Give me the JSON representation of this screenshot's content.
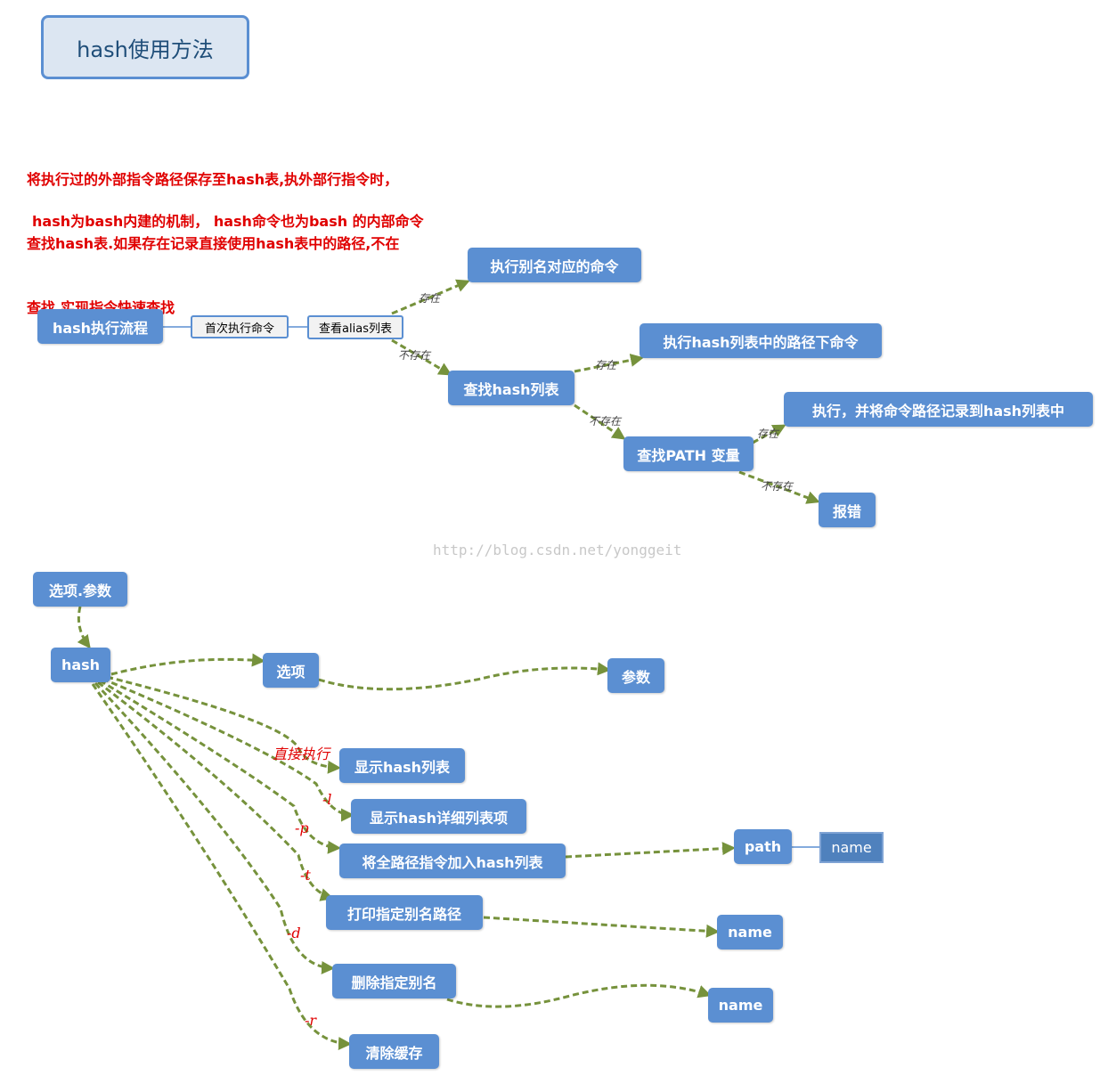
{
  "title": "hash使用方法",
  "description_lines": [
    "将执行过的外部指令路径保存至hash表,执外部行指令时，",
    "查找hash表.如果存在记录直接使用hash表中的路径,不在",
    "查找,实现指令快速查找"
  ],
  "note": "hash为bash内建的机制， hash命令也为bash 的内部命令",
  "flow": {
    "root": "hash执行流程",
    "step1": "首次执行命令",
    "step2": "查看alias列表",
    "alias_exec": "执行别名对应的命令",
    "find_hash": "查找hash列表",
    "hash_exec": "执行hash列表中的路径下命令",
    "find_path": "查找PATH 变量",
    "path_exec": "执行，并将命令路径记录到hash列表中",
    "error": "报错",
    "exists": "存在",
    "not_exists": "不存在"
  },
  "watermark": "http://blog.csdn.net/yonggeit",
  "options_tree": {
    "root": "选项.参数",
    "hash": "hash",
    "option": "选项",
    "param": "参数",
    "items": [
      {
        "flag": "直接执行",
        "label": "显示hash列表"
      },
      {
        "flag": "-l",
        "label": "显示hash详细列表项"
      },
      {
        "flag": "-p",
        "label": "将全路径指令加入hash列表"
      },
      {
        "flag": "-t",
        "label": "打印指定别名路径"
      },
      {
        "flag": "-d",
        "label": "删除指定别名"
      },
      {
        "flag": "-r",
        "label": "清除缓存"
      }
    ],
    "p_arg1": "path",
    "p_arg2": "name",
    "t_arg": "name",
    "d_arg": "name"
  },
  "colors": {
    "node": "#5b8fd2",
    "connector": "#76923c",
    "note_text": "#e00000"
  }
}
